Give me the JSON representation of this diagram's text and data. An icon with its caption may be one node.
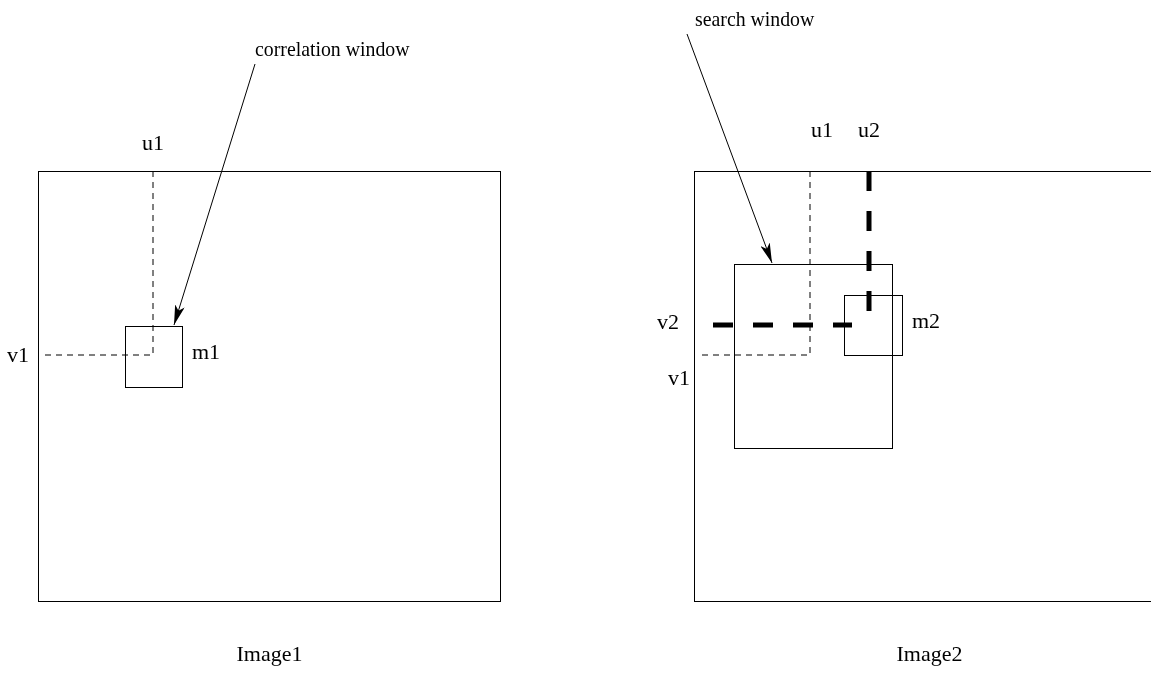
{
  "diagram": {
    "nodes": [
      {
        "text": [
          "Image1"
        ]
      },
      {
        "text": [],
        "shape": "box",
        "in": 0,
        "beside": [
          "m1"
        ]
      },
      {
        "text": [
          "correlation window"
        ]
      },
      {
        "text": [
          "Image2"
        ]
      },
      {
        "text": [],
        "shape": "box",
        "in": 3
      },
      {
        "text": [],
        "shape": "box",
        "in": 3,
        "beside": [
          "m2"
        ]
      },
      {
        "text": [
          "search window"
        ]
      }
    ],
    "edges": [
      {
        "from": 2,
        "to": 1,
        "arrow": "to"
      },
      {
        "from": 6,
        "to": 4,
        "arrow": "to"
      }
    ],
    "labels": [
      "u1",
      "v1",
      "u1",
      "u2",
      "v2",
      "v1"
    ]
  }
}
